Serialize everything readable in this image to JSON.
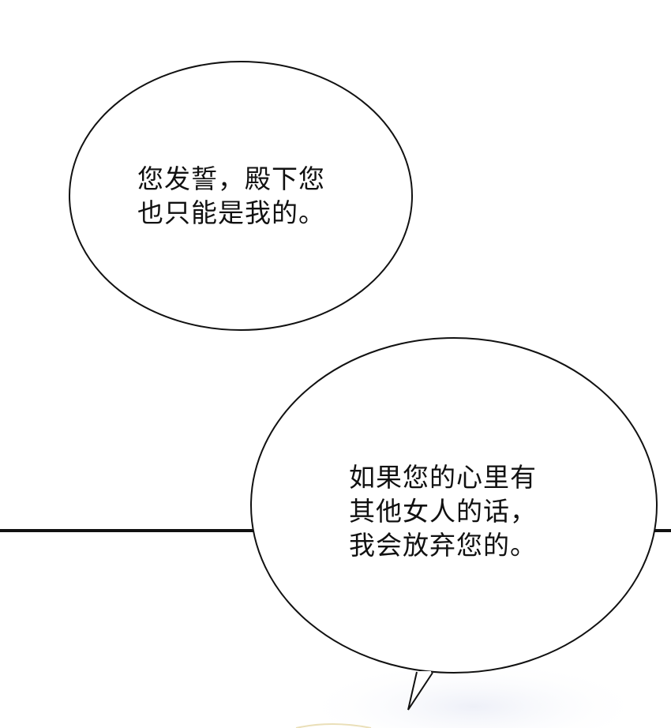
{
  "bubbles": [
    {
      "lines": [
        "您发誓，殿下您",
        "也只能是我的。"
      ]
    },
    {
      "lines": [
        "如果您的心里有",
        "其他女人的话，",
        "我会放弃您的。"
      ]
    }
  ],
  "colors": {
    "outline": "#111111",
    "background": "#ffffff",
    "divider": "#111111"
  }
}
